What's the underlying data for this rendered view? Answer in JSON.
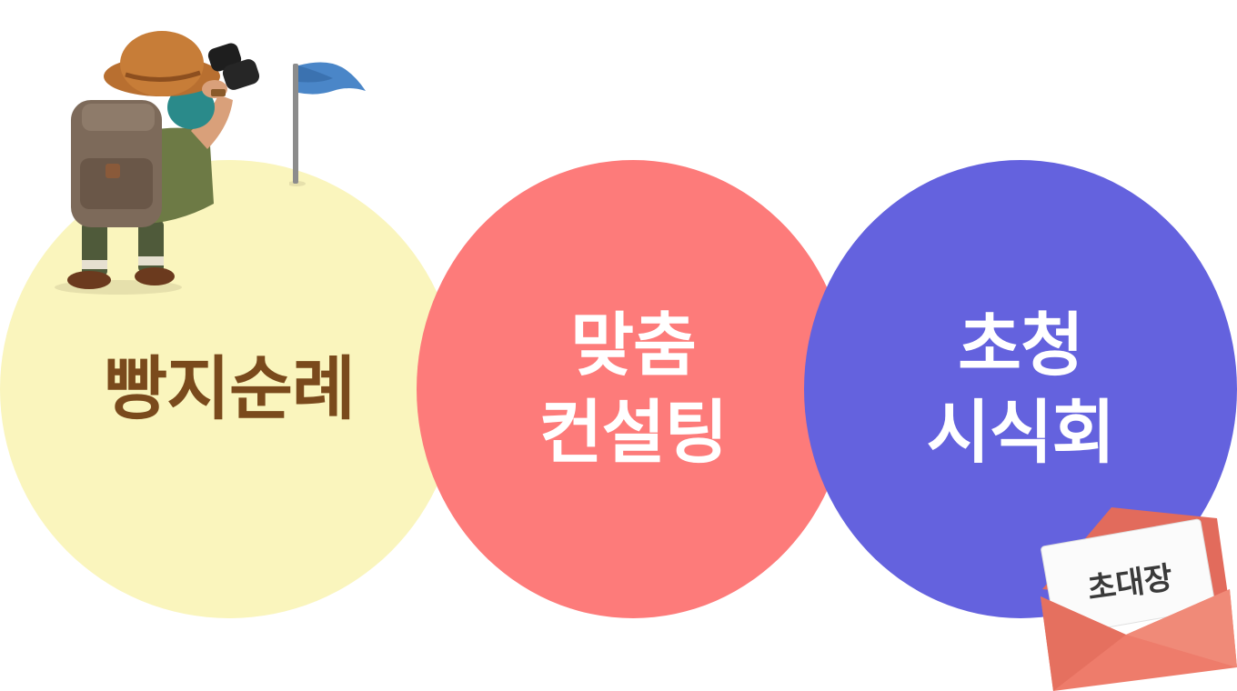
{
  "circles": [
    {
      "lines": [
        "빵지순례"
      ],
      "color": "#faf5bd",
      "text_color": "#7a4a1c"
    },
    {
      "lines": [
        "맞춤",
        "컨설팅"
      ],
      "color": "#fd7b7a",
      "text_color": "#ffffff"
    },
    {
      "lines": [
        "초청",
        "시식회"
      ],
      "color": "#6462de",
      "text_color": "#ffffff"
    }
  ],
  "envelope": {
    "label": "초대장"
  },
  "decor": {
    "explorer": "explorer-with-binoculars",
    "flag": "blue-flag",
    "envelope": "invitation-envelope"
  }
}
